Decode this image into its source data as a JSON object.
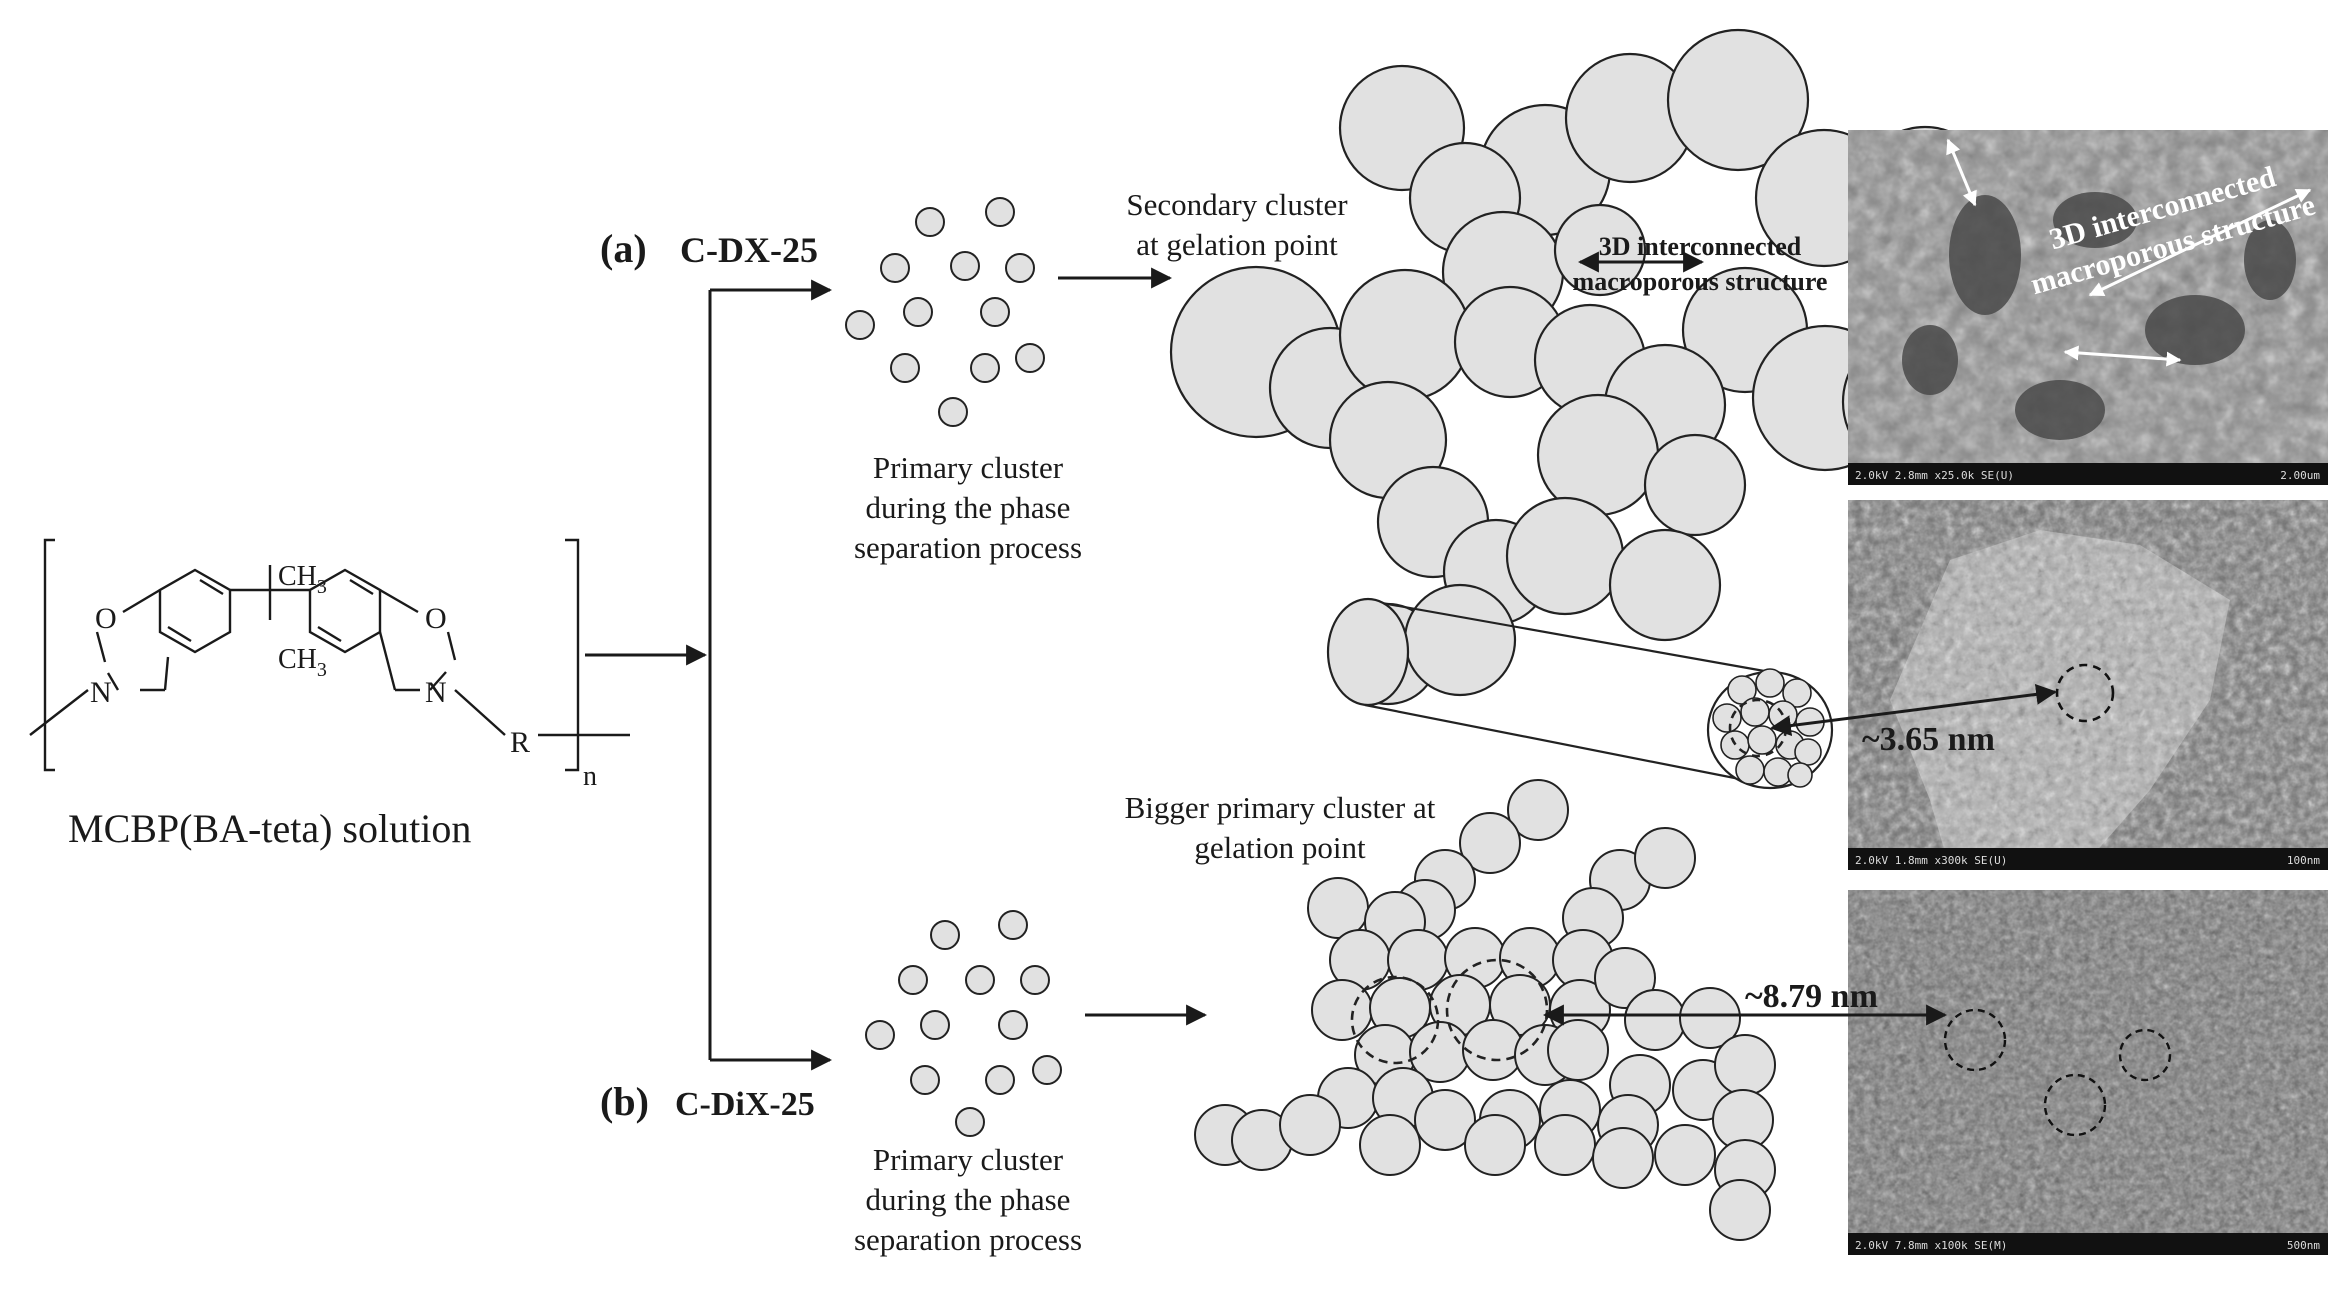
{
  "labels": {
    "monomer_name": "MCBP(BA-teta) solution",
    "ch3_top": "CH3",
    "ch3_bottom": "CH3",
    "atom_o_left": "O",
    "atom_o_right": "O",
    "atom_n_left": "N",
    "atom_n_right": "N",
    "atom_r": "R",
    "repeat_n": "n",
    "branch_a_letter": "(a)",
    "branch_a_name": "C-DX-25",
    "branch_b_letter": "(b)",
    "branch_b_name": "C-DiX-25",
    "primary_a": [
      "Primary cluster",
      "during the phase",
      "separation process"
    ],
    "primary_b": [
      "Primary cluster",
      "during the phase",
      "separation process"
    ],
    "secondary": [
      "Secondary cluster",
      "at gelation point"
    ],
    "network_label": [
      "3D interconnected",
      "macroporous structure"
    ],
    "sem_top_label": [
      "3D interconnected",
      "macroporous structure"
    ],
    "bigger_primary": [
      "Bigger primary cluster at",
      "gelation point"
    ],
    "size_a": "~3.65 nm",
    "size_b": "~8.79 nm"
  },
  "sem_images": [
    {
      "info": "2.0kV 2.8mm x25.0k SE(U)",
      "scale": "2.00um"
    },
    {
      "info": "2.0kV 1.8mm x300k SE(U)",
      "scale": "100nm"
    },
    {
      "info": "2.0kV 7.8mm x100k SE(M)",
      "scale": "500nm"
    }
  ],
  "colors": {
    "sphere_fill": "#e1e1e1",
    "stroke": "#222222",
    "sem_bg": "#7a7a7a"
  }
}
